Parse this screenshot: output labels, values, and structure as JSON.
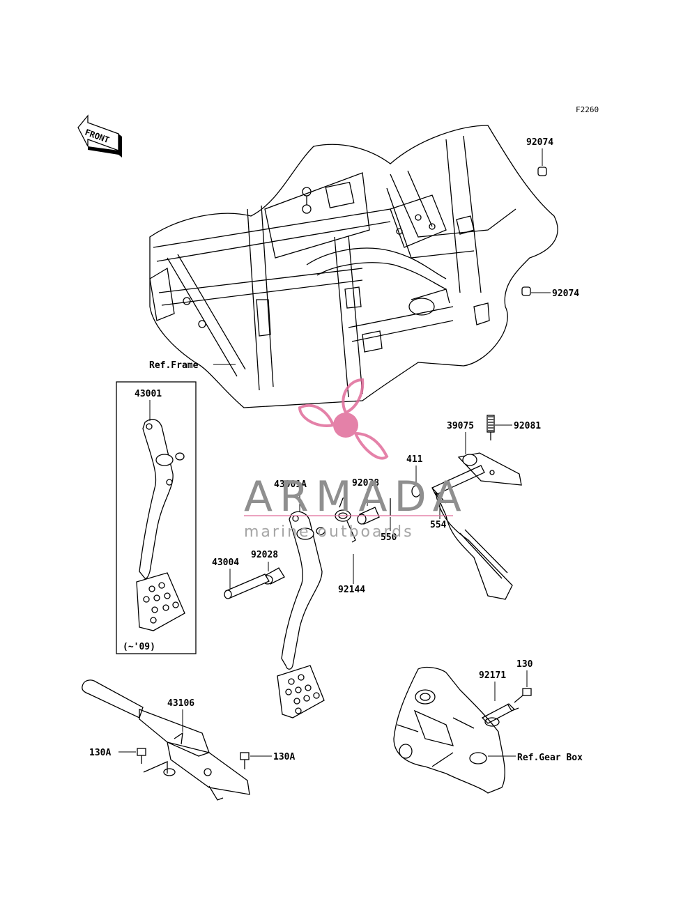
{
  "diagram_code": "F2260",
  "front_arrow_label": "FRONT",
  "reference_labels": {
    "frame": "Ref.Frame",
    "gear_box": "Ref.Gear Box"
  },
  "inset_note": "(~'09)",
  "part_numbers": {
    "cap_top": "92074",
    "cap_right": "92074",
    "pedal_old": "43001",
    "pedal_new": "43001A",
    "bushing_left": "92028",
    "bushing_right": "92028",
    "pin": "43004",
    "spring_return": "92144",
    "clip": "550",
    "washer": "411",
    "cotter": "554",
    "lever_brake": "39075",
    "spring_lever": "92081",
    "hand_brake": "43106",
    "bolt_left": "130A",
    "bolt_right": "130A",
    "bolt_gearbox": "130",
    "pin_gearbox": "92171"
  },
  "watermark": {
    "brand": "ARMADA",
    "tagline": "marine outboards",
    "color": "#e06c9a"
  }
}
